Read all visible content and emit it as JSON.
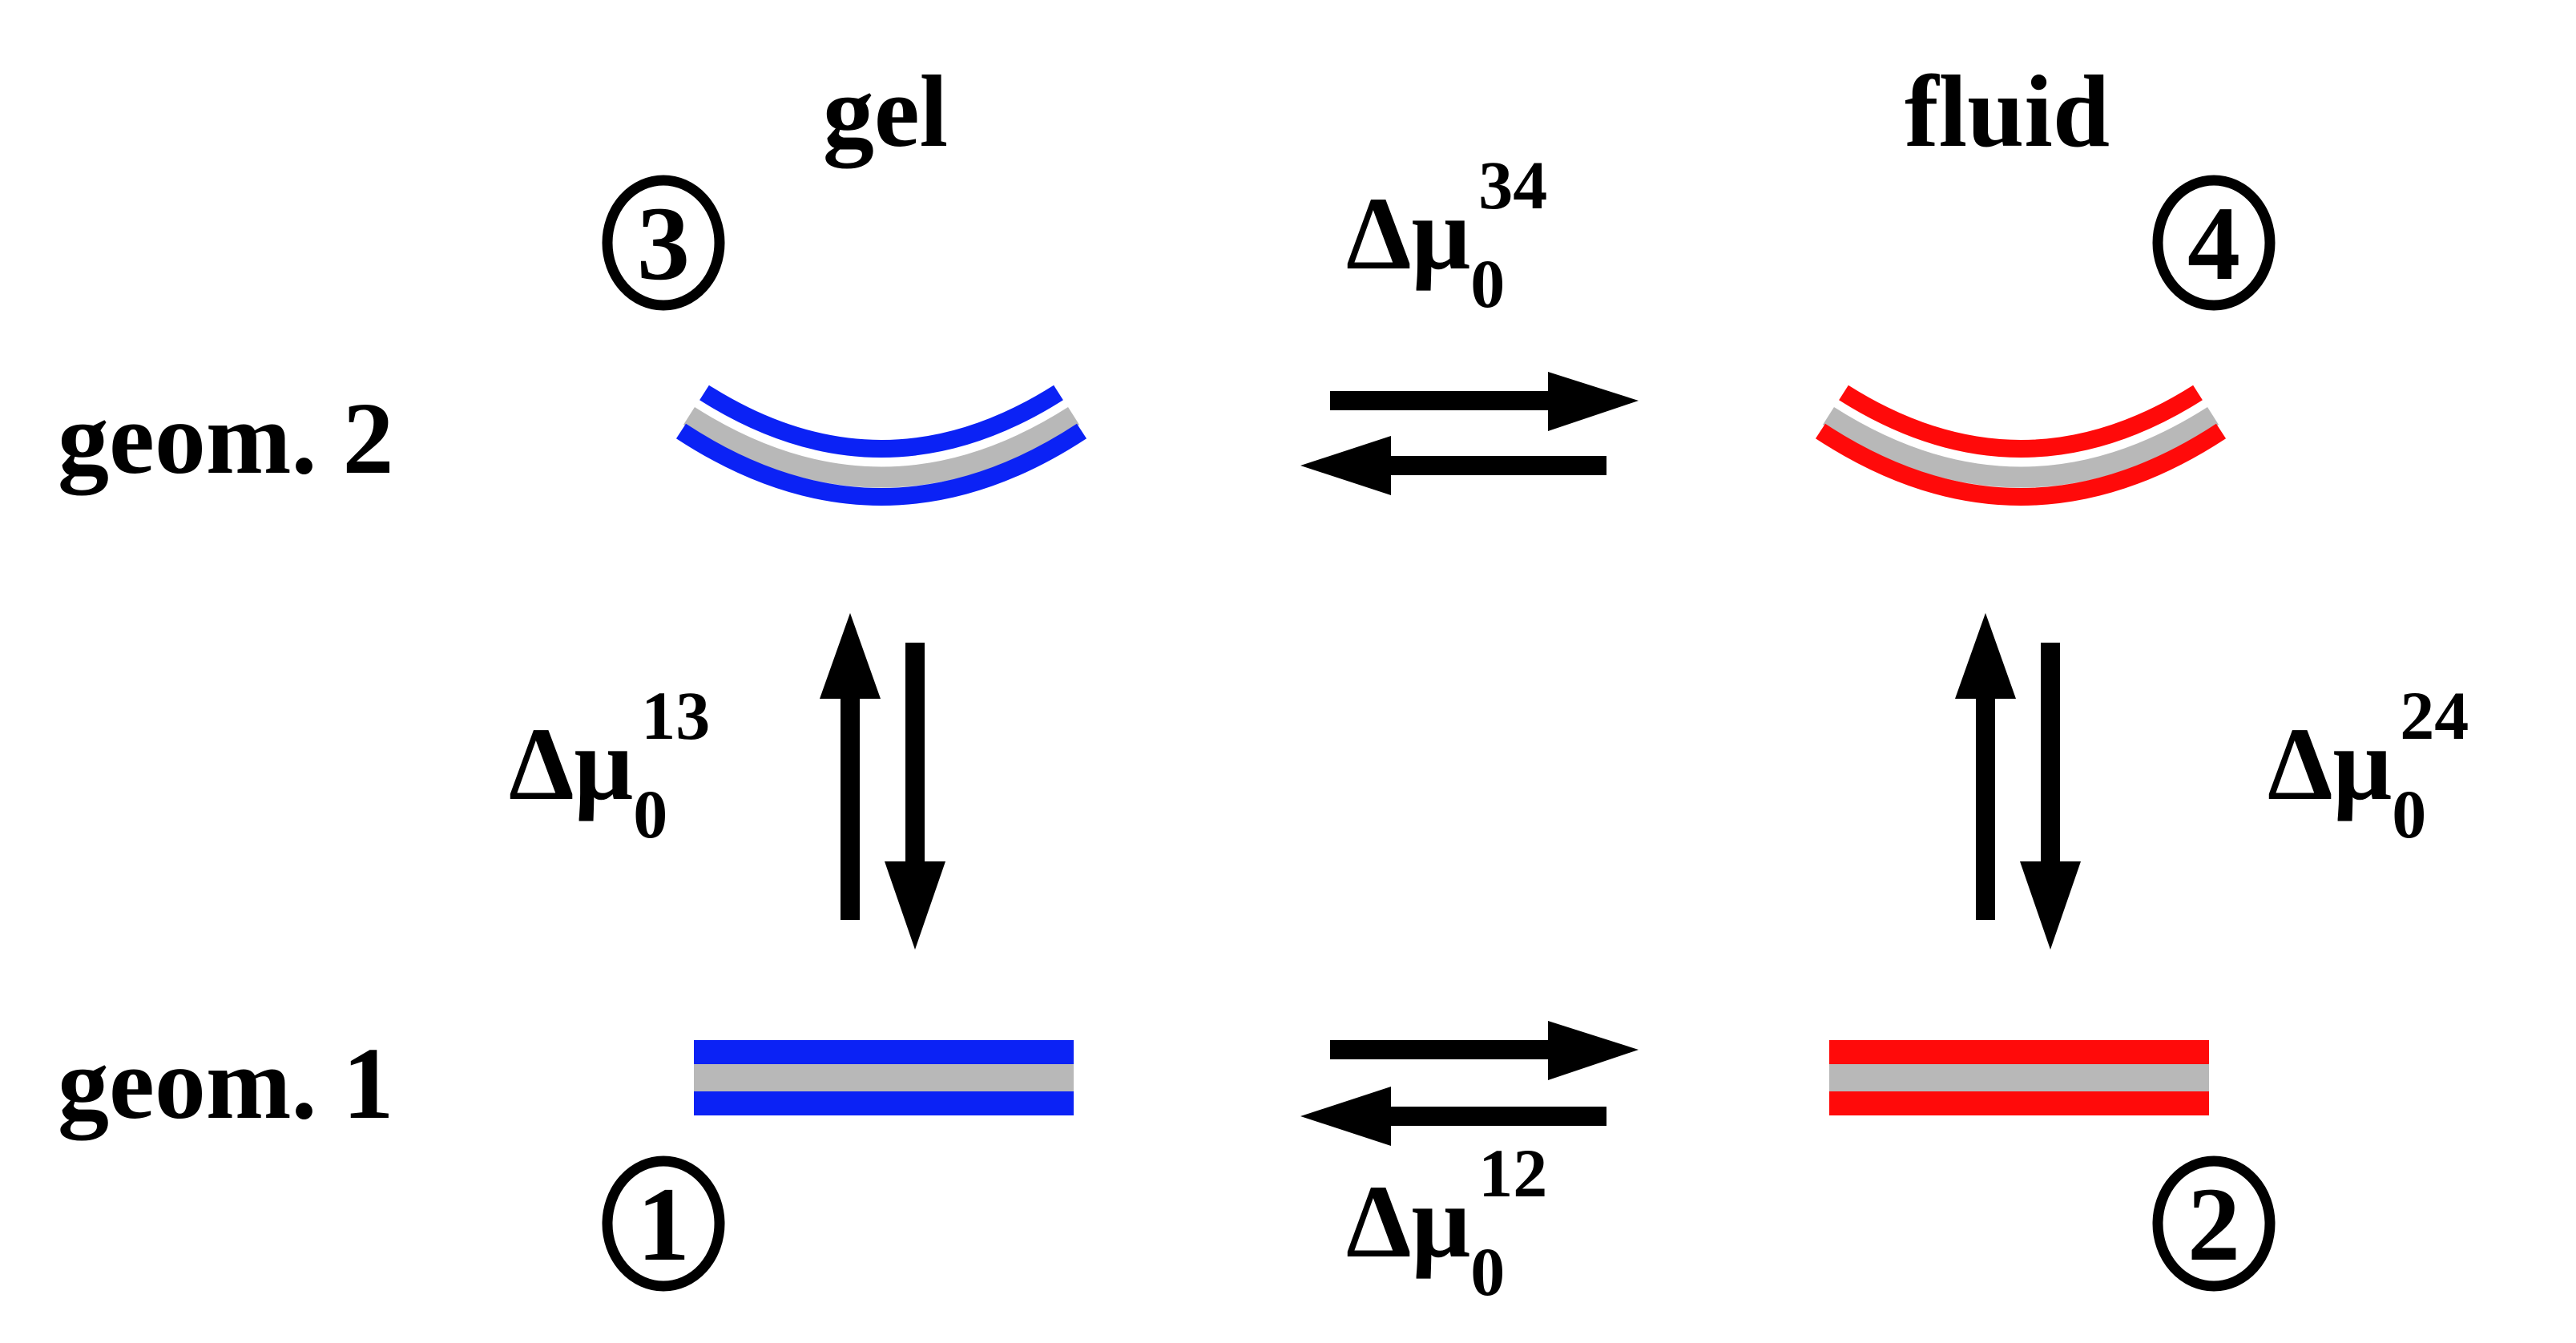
{
  "columns": {
    "gel": "gel",
    "fluid": "fluid"
  },
  "rows": {
    "geom2": "geom. 2",
    "geom1": "geom. 1"
  },
  "states": [
    {
      "id": "1",
      "label": "1",
      "phase": "gel",
      "geometry": "flat"
    },
    {
      "id": "2",
      "label": "2",
      "phase": "fluid",
      "geometry": "flat"
    },
    {
      "id": "3",
      "label": "3",
      "phase": "gel",
      "geometry": "curved"
    },
    {
      "id": "4",
      "label": "4",
      "phase": "fluid",
      "geometry": "curved"
    }
  ],
  "transitions": {
    "t34": {
      "symbol": "Δμ",
      "sub": "0",
      "sup": "34"
    },
    "t12": {
      "symbol": "Δμ",
      "sub": "0",
      "sup": "12"
    },
    "t13": {
      "symbol": "Δμ",
      "sub": "0",
      "sup": "13"
    },
    "t24": {
      "symbol": "Δμ",
      "sub": "0",
      "sup": "24"
    }
  },
  "colors": {
    "gel": "#0b22f5",
    "fluid": "#ff0a0a",
    "core": "#b8b8b8",
    "ink": "#000000"
  }
}
